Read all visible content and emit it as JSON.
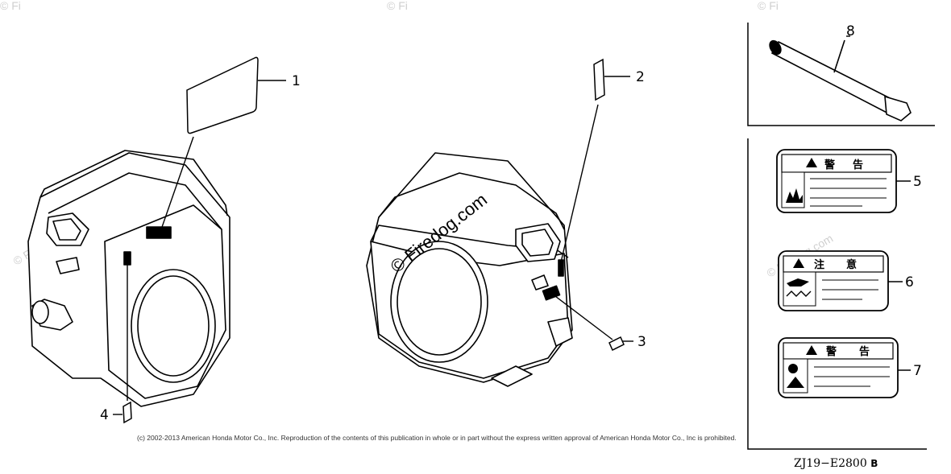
{
  "callouts": [
    "1",
    "2",
    "3",
    "4",
    "5",
    "6",
    "7",
    "8"
  ],
  "labels": {
    "label_5_header": [
      "警",
      "告"
    ],
    "label_6_header": [
      "注",
      "意"
    ],
    "label_7_header": [
      "警",
      "告"
    ]
  },
  "watermark": "© Firedog.com",
  "copyright": "(c) 2002-2013 American Honda Motor Co., Inc. Reproduction of the contents of this publication in whole or in part without the express written approval of American Honda Motor Co., Inc is prohibited.",
  "diagram_code": "ZJ19−E2800",
  "diagram_code_suffix": "B"
}
